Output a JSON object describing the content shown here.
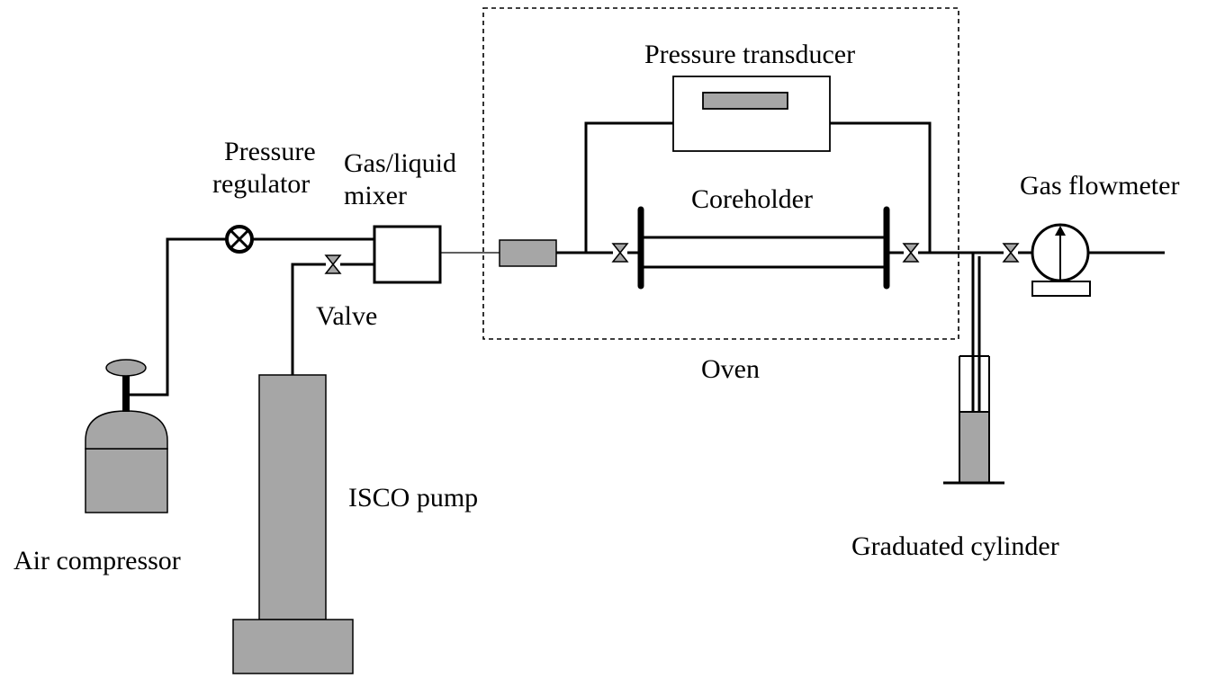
{
  "labels": {
    "pressure_transducer": "Pressure transducer",
    "pressure_regulator_line1": "Pressure",
    "pressure_regulator_line2": "regulator",
    "mixer_line1": "Gas/liquid",
    "mixer_line2": "mixer",
    "coreholder": "Coreholder",
    "gas_flowmeter": "Gas flowmeter",
    "valve": "Valve",
    "oven": "Oven",
    "isco_pump": "ISCO pump",
    "air_compressor": "Air compressor",
    "graduated_cylinder": "Graduated cylinder"
  },
  "colors": {
    "line": "#000000",
    "fill_gray": "#a6a6a6",
    "background": "#ffffff"
  }
}
